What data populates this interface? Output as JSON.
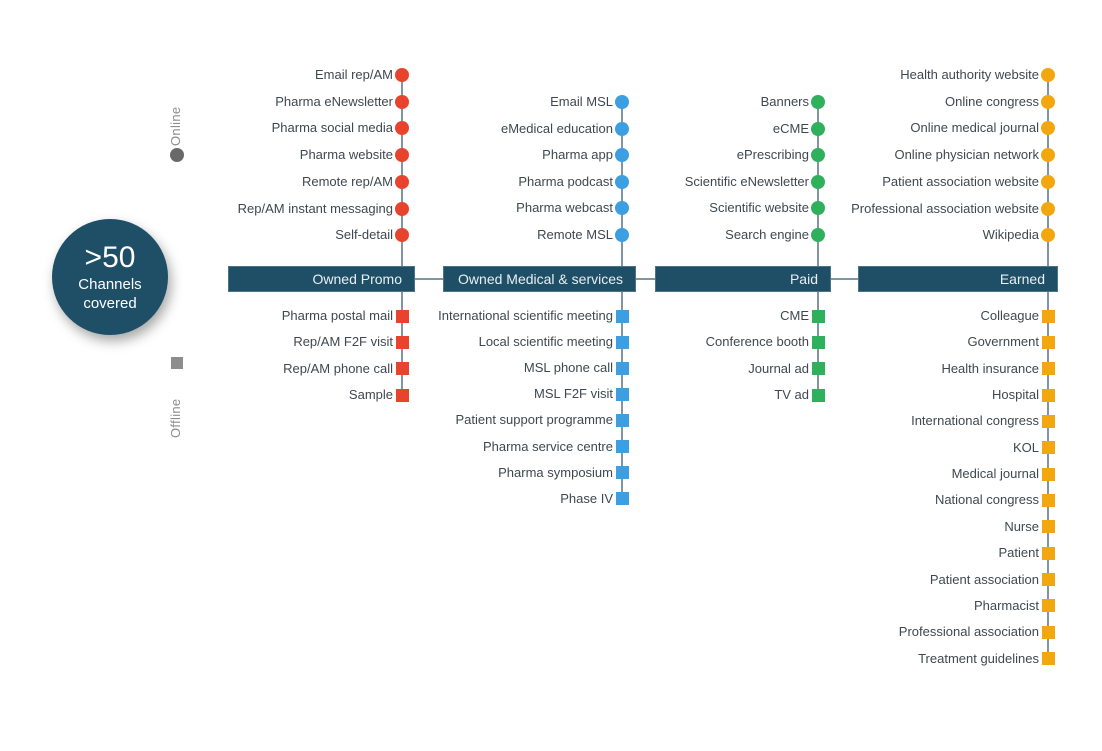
{
  "badge": {
    "value": ">50",
    "label": "Channels covered"
  },
  "legend": {
    "online": "Online",
    "offline": "Offline"
  },
  "theme": {
    "teal": "#1f4f66",
    "line_color": "#7e96a6",
    "text_color": "#3f4850",
    "legend_gray": "#8d8d8d",
    "legend_dot_gray": "#696969",
    "header_text": "#e9eff3"
  },
  "columns": [
    {
      "id": "owned-promo",
      "label": "Owned Promo",
      "color": "#e8432d",
      "online": [
        "Email rep/AM",
        "Pharma eNewsletter",
        "Pharma social media",
        "Pharma website",
        "Remote rep/AM",
        "Rep/AM instant messaging",
        "Self-detail"
      ],
      "offline": [
        "Pharma postal mail",
        "Rep/AM F2F visit",
        "Rep/AM phone call",
        "Sample"
      ]
    },
    {
      "id": "owned-medical",
      "label": "Owned Medical & services",
      "color": "#3b9fe2",
      "online": [
        "Email MSL",
        "eMedical education",
        "Pharma app",
        "Pharma podcast",
        "Pharma webcast",
        "Remote MSL"
      ],
      "offline": [
        "International scientific meeting",
        "Local scientific meeting",
        "MSL phone call",
        "MSL F2F visit",
        "Patient support programme",
        "Pharma service centre",
        "Pharma symposium",
        "Phase IV"
      ]
    },
    {
      "id": "paid",
      "label": "Paid",
      "color": "#2eb05c",
      "online": [
        "Banners",
        "eCME",
        "ePrescribing",
        "Scientific eNewsletter",
        "Scientific website",
        "Search engine"
      ],
      "offline": [
        "CME",
        "Conference booth",
        "Journal ad",
        "TV ad"
      ]
    },
    {
      "id": "earned",
      "label": "Earned",
      "color": "#f3a70f",
      "online": [
        "Health authority website",
        "Online congress",
        "Online medical journal",
        "Online physician network",
        "Patient association website",
        "Professional association website",
        "Wikipedia"
      ],
      "offline": [
        "Colleague",
        "Government",
        "Health insurance",
        "Hospital",
        "International congress",
        "KOL",
        "Medical journal",
        "National congress",
        "Nurse",
        "Patient",
        "Patient association",
        "Pharmacist",
        "Professional association",
        "Treatment guidelines"
      ]
    }
  ]
}
